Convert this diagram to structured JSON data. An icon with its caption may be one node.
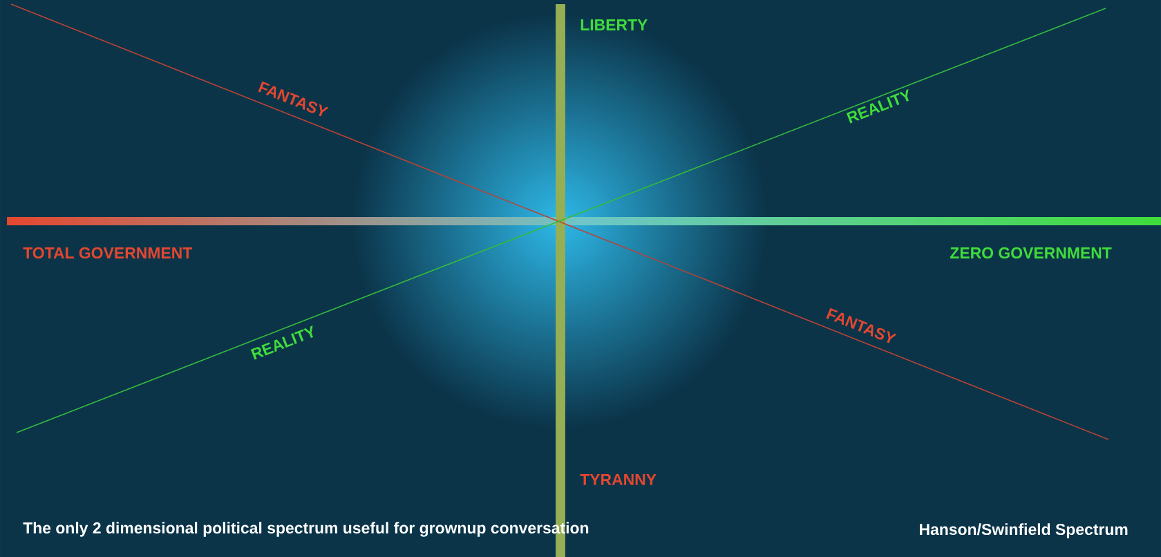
{
  "diagram": {
    "caption": "The only 2 dimensional political spectrum useful for grownup conversation",
    "labels": [
      "LIBERTY",
      "FANTASY",
      "REALITY",
      "TOTAL GOVERNMENT",
      "ZERO GOVERNMENT",
      "FANTASY",
      "REALITY",
      "TYRANNY",
      "Hanson/Swinfield Spectrum"
    ]
  }
}
